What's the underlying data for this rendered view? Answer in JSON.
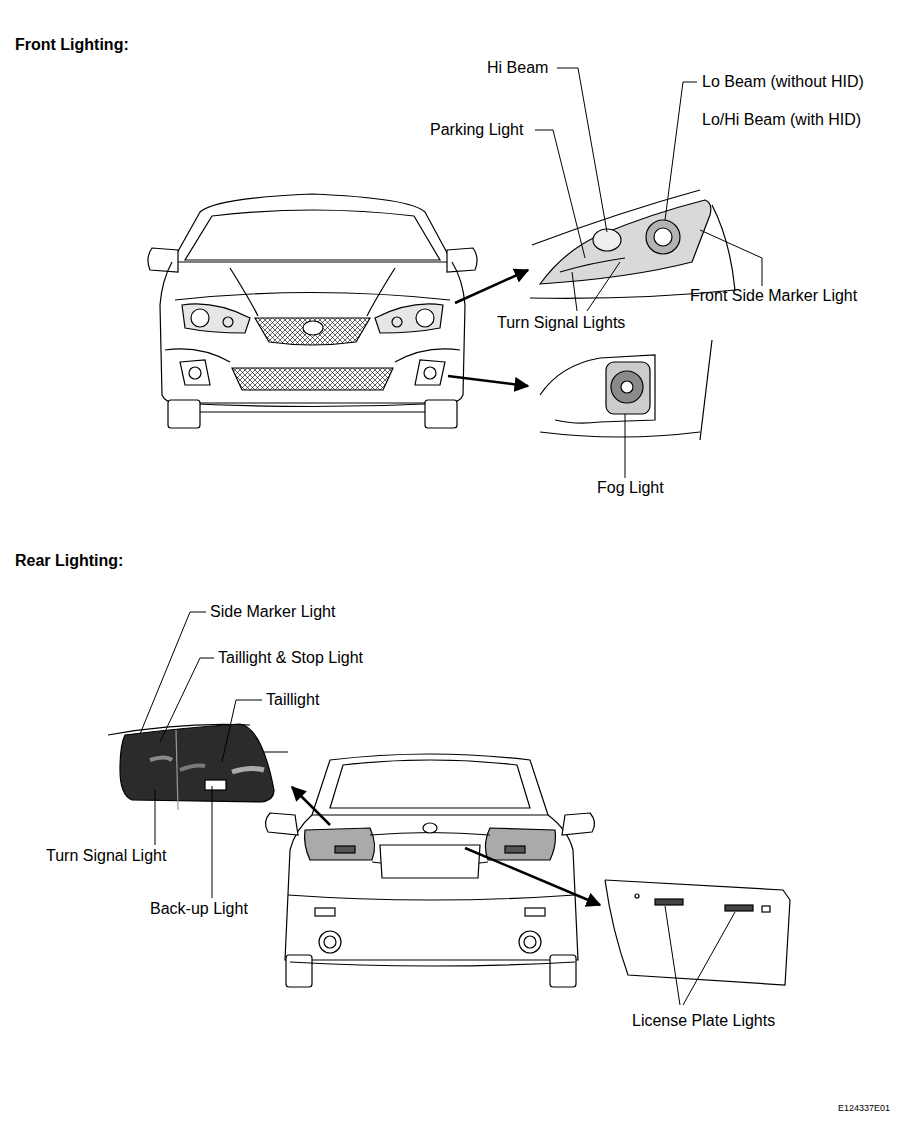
{
  "diagram": {
    "labels": [
      "Front Lighting:",
      "Hi Beam",
      "Lo Beam (without HID)",
      "Lo/Hi Beam (with HID)",
      "Parking Light",
      "Front Side Marker Light",
      "Turn Signal Lights",
      "Fog Light",
      "Rear Lighting:",
      "Side Marker Light",
      "Taillight & Stop Light",
      "Taillight",
      "Turn Signal Light",
      "Back-up Light",
      "License Plate Lights",
      "E124337E01"
    ]
  }
}
